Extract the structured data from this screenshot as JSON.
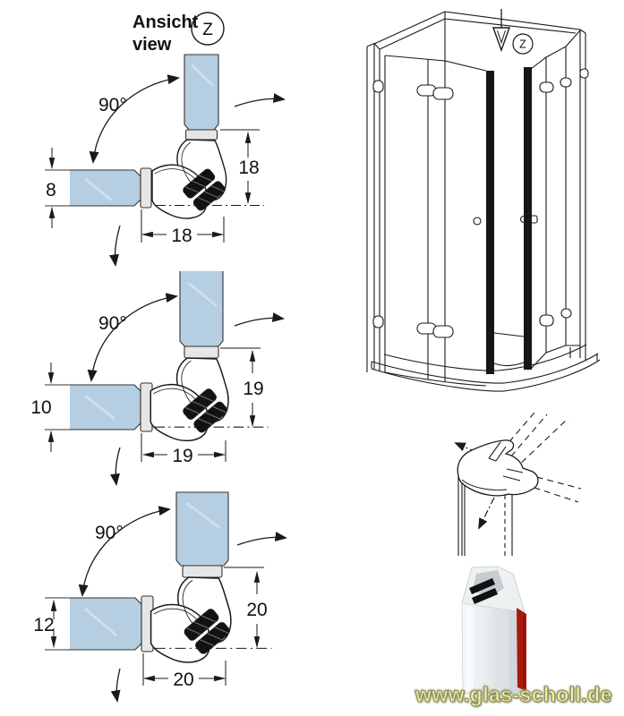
{
  "header": {
    "title_line1": "Ansicht",
    "title_line2": "view",
    "detail_marker": "Z"
  },
  "diagrams": [
    {
      "angle": "90°",
      "thickness": "8",
      "height": "18",
      "width": "18"
    },
    {
      "angle": "90°",
      "thickness": "10",
      "height": "19",
      "width": "19"
    },
    {
      "angle": "90°",
      "thickness": "12",
      "height": "20",
      "width": "20"
    }
  ],
  "enclosure": {
    "detail_marker": "Z"
  },
  "watermark": {
    "text": "www.glas-scholl.de",
    "color": "#f2f2a2"
  },
  "colors": {
    "glass": "#b5cee2",
    "cap": "#e6e6e6",
    "line": "#1a1a1a",
    "magnet": "#121212",
    "profile_red": "#a81a0e"
  }
}
